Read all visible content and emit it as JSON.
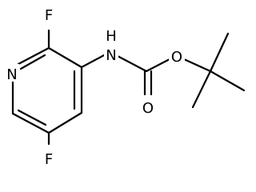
{
  "molecule": {
    "atoms": {
      "fluorine_top": "F",
      "nitrogen_ring": "N",
      "nitrogen_amine": "N",
      "hydrogen_amine": "H",
      "oxygen_ester": "O",
      "oxygen_carbonyl": "O",
      "fluorine_bottom": "F"
    }
  }
}
